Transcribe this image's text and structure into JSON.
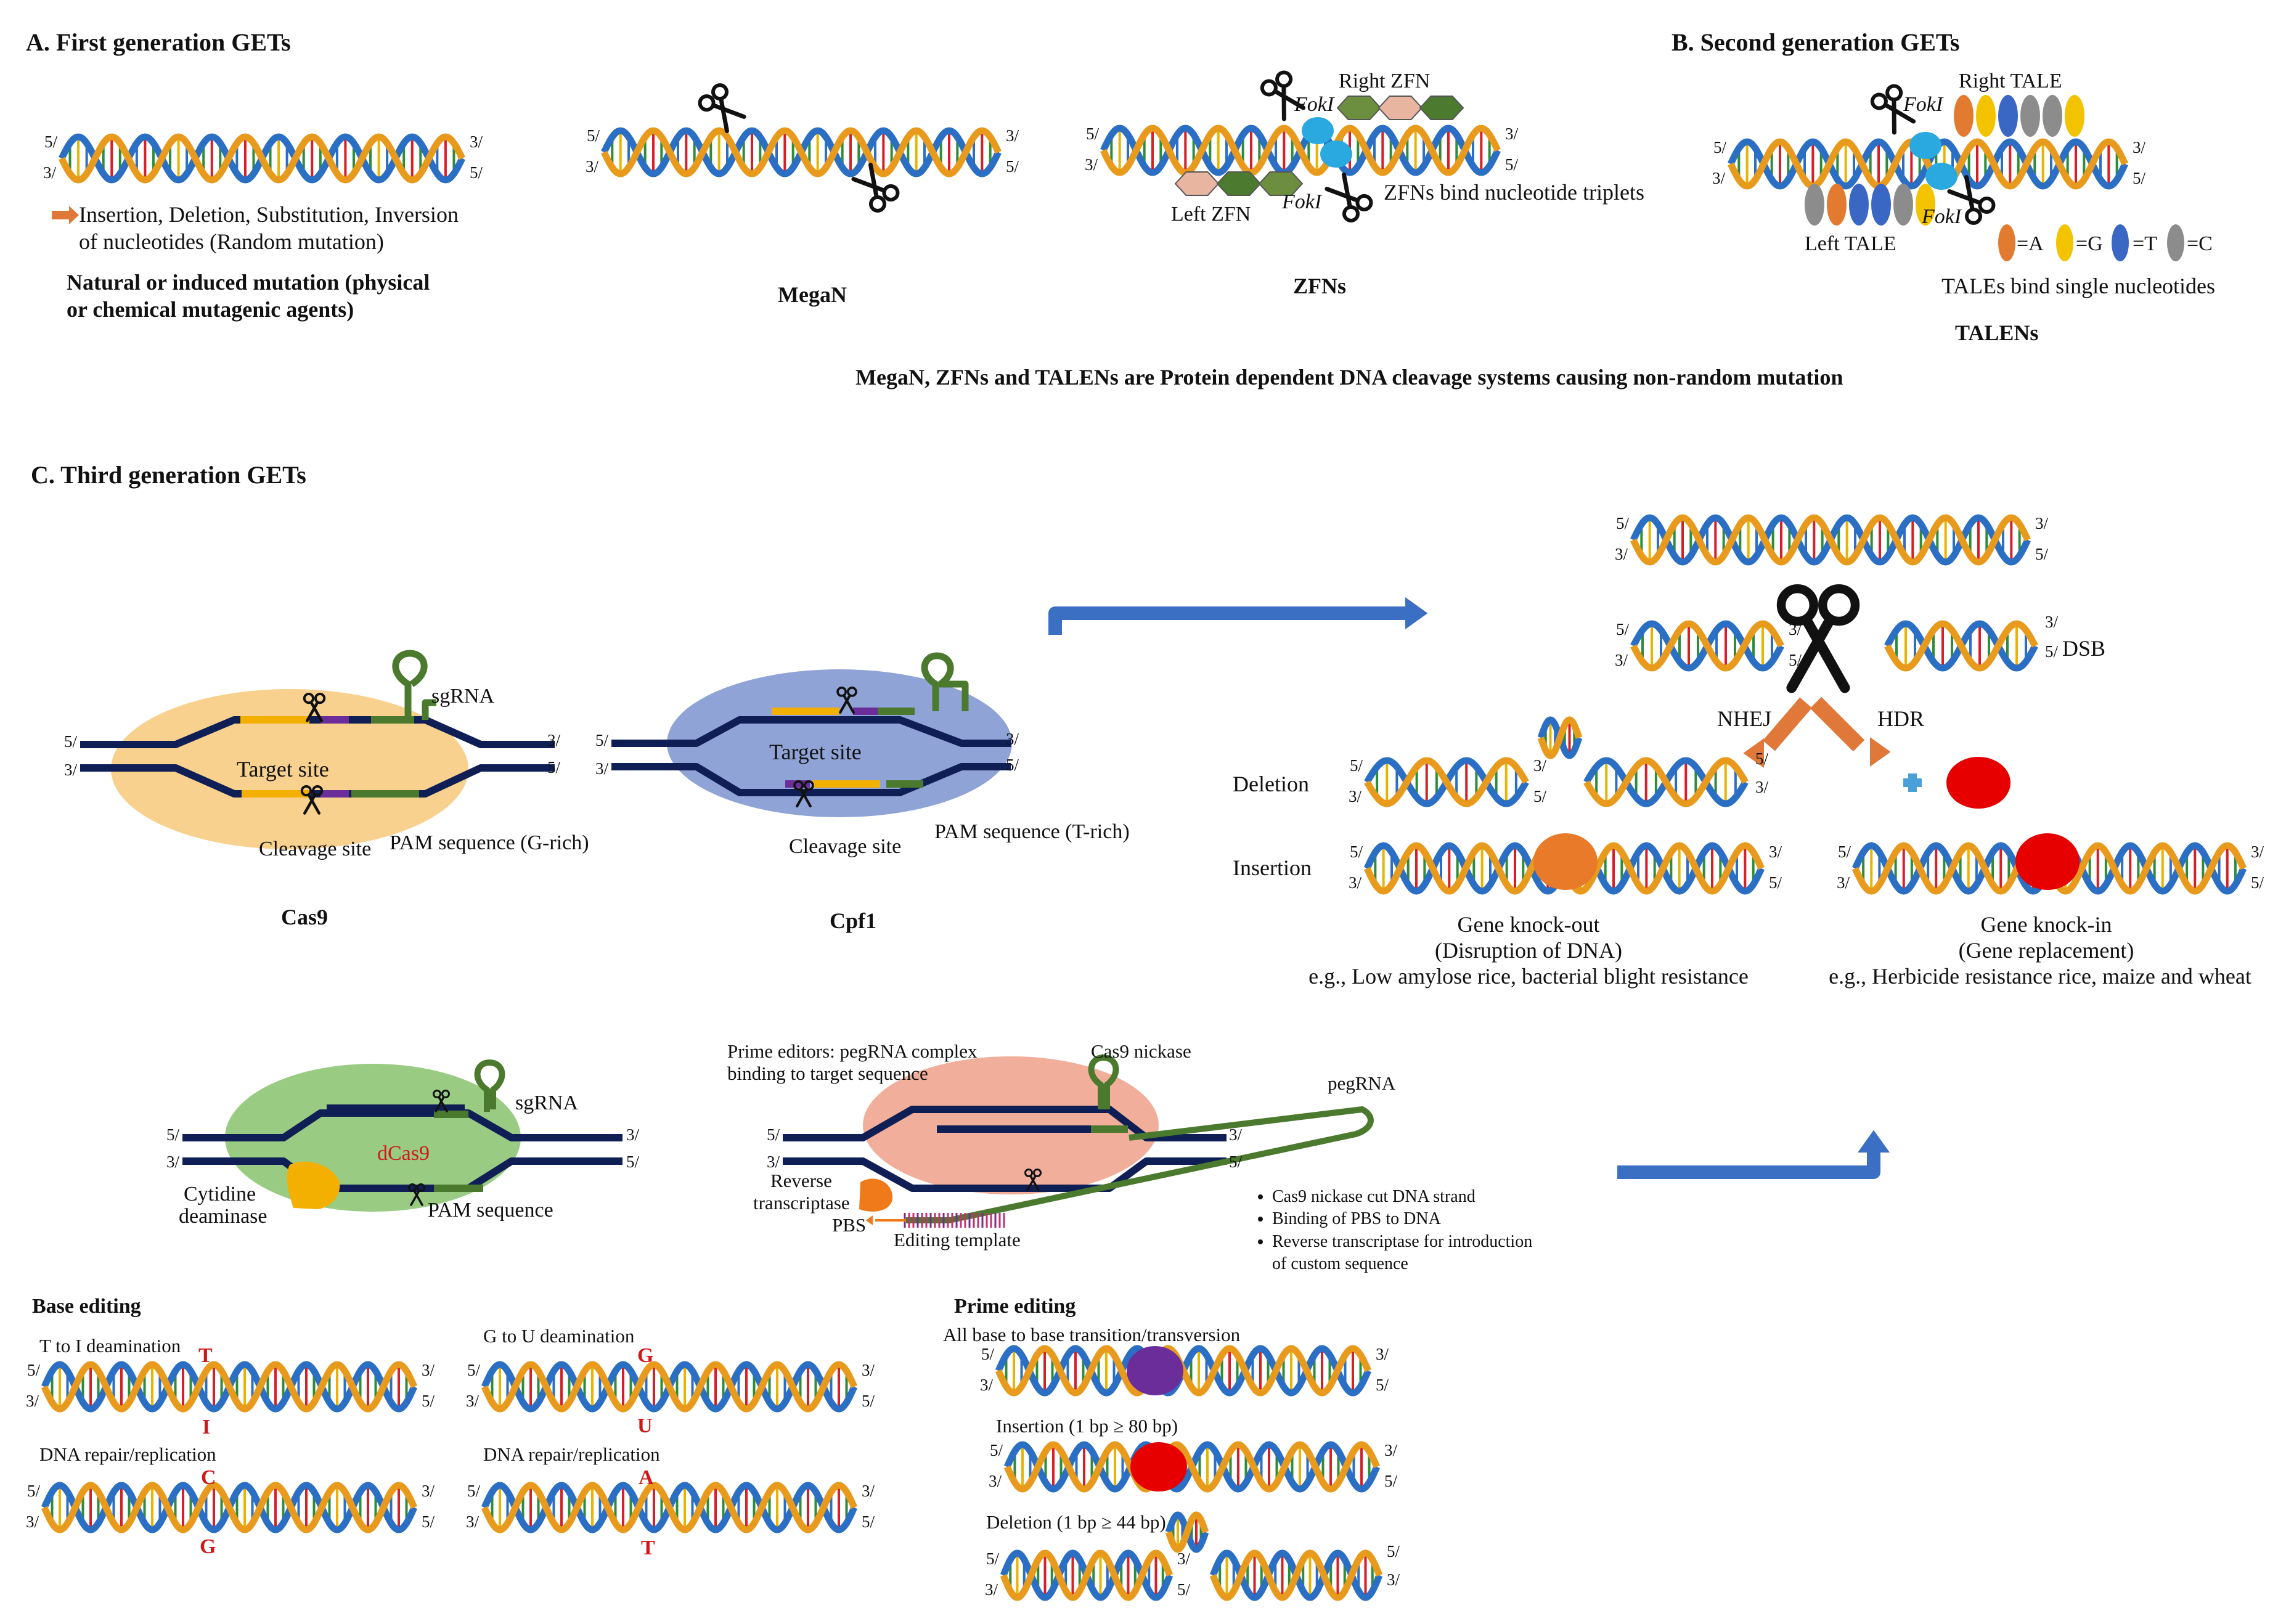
{
  "colors": {
    "helix_orange": "#e89a1c",
    "helix_blue": "#2a6fc4",
    "dna_navy": "#0f1f55",
    "guide_green": "#4b7a2e",
    "arrow_blue": "#3b6fc4",
    "arrow_orange": "#e0783a",
    "red": "#e60000",
    "purple": "#6a2d9a"
  },
  "end_labels": {
    "five": "5/",
    "three": "3/"
  },
  "panelA": {
    "title": "A. First generation GETs",
    "mutation_text_line1": "Insertion, Deletion, Substitution, Inversion",
    "mutation_text_line2": "of nucleotides (Random mutation)",
    "natural_line1": "Natural or induced mutation (physical",
    "natural_line2": "or chemical mutagenic agents)",
    "megan": "MegaN",
    "right_zfn": "Right ZFN",
    "left_zfn": "Left ZFN",
    "fokl": "FokI",
    "zfn_triplets": "ZFNs bind nucleotide triplets",
    "zfns": "ZFNs"
  },
  "panelB": {
    "title": "B. Second generation GETs",
    "right_tale": "Right TALE",
    "left_tale": "Left TALE",
    "key_a": "=A",
    "key_g": "=G",
    "key_t": "=T",
    "key_c": "=C",
    "tale_single": "TALEs bind single nucleotides",
    "talens": "TALENs"
  },
  "protein_note": "MegaN, ZFNs and TALENs are Protein dependent DNA cleavage systems causing non-random mutation",
  "panelC": {
    "title": "C. Third generation GETs",
    "sgrna": "sgRNA",
    "target_site": "Target site",
    "cleavage_site": "Cleavage site",
    "pam_g": "PAM sequence (G-rich)",
    "pam_t": "PAM sequence (T-rich)",
    "cas9": "Cas9",
    "cpf1": "Cpf1",
    "dsb": "DSB",
    "nhej": "NHEJ",
    "hdr": "HDR",
    "deletion": "Deletion",
    "insertion": "Insertion",
    "ko_line1": "Gene knock-out",
    "ko_line2": "(Disruption of DNA)",
    "ko_line3": "e.g., Low amylose rice, bacterial blight resistance",
    "ki_line1": "Gene knock-in",
    "ki_line2": "(Gene replacement)",
    "ki_line3": "e.g., Herbicide resistance rice, maize and wheat",
    "dcas9": "dCas9",
    "cytidine1": "Cytidine",
    "cytidine2": "deaminase",
    "pam_seq": "PAM sequence",
    "prime_line1": "Prime editors: pegRNA complex",
    "prime_line2": "binding to target sequence",
    "cas9_nickase": "Cas9 nickase",
    "pegrna": "pegRNA",
    "rt1": "Reverse",
    "rt2": "transcriptase",
    "pbs": "PBS",
    "editing_template": "Editing template",
    "bullets": [
      "Cas9 nickase cut DNA strand",
      "Binding of PBS to DNA",
      "Reverse transcriptase for introduction",
      "of custom sequence"
    ],
    "base_editing": "Base editing",
    "t_to_i": "T to I deamination",
    "g_to_u": "G to U deamination",
    "repair1": "DNA repair/replication",
    "repair2": "DNA repair/replication",
    "bT": "T",
    "bI": "I",
    "bG": "G",
    "bU": "U",
    "bC": "C",
    "bG2": "G",
    "bA": "A",
    "bT2": "T",
    "prime_editing": "Prime editing",
    "all_base": "All base to base transition/transversion",
    "ins_pe": "Insertion (1 bp ≥ 80 bp)",
    "del_pe": "Deletion (1 bp ≥ 44 bp)"
  }
}
